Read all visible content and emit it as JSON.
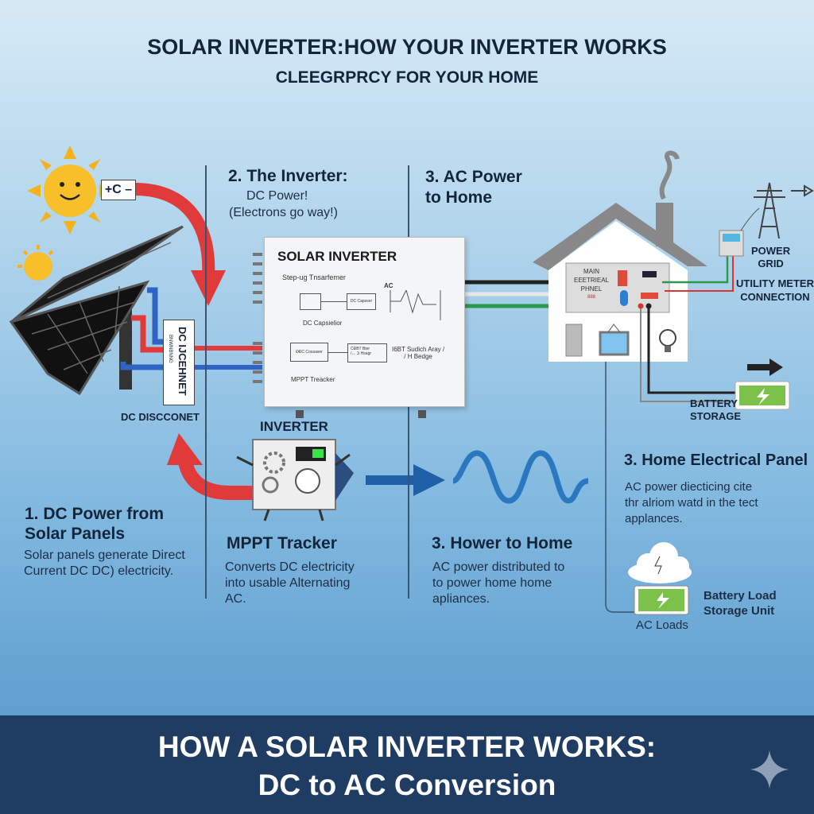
{
  "header": {
    "title": "SOLAR INVERTER:HOW YOUR INVERTER WORKS",
    "subtitle": "CLEEGRPRCY FOR YOUR HOME"
  },
  "sun": {
    "polarity_label": "+C –"
  },
  "dc_disconnect": {
    "box_label": "DC IJCEHNET",
    "small_text": "BNWNBNNG",
    "caption": "DC DISCCONET"
  },
  "step2": {
    "title": "2. The Inverter:",
    "line1": "DC Power!",
    "line2": "(Electrons go way!)"
  },
  "step3_ac": {
    "title_line1": "3. AC Power",
    "title_line2": "to Home"
  },
  "solar_inverter": {
    "title": "SOLAR INVERTER",
    "transformer": "Step-ug Tnsarfemer",
    "dc_box": "DC Capsser",
    "capacitor": "DC Capsielior",
    "ac": "AC",
    "converter_box": "ĐĐC Cousaser",
    "igbt_box_line1": "ĊĐBT Bter",
    "igbt_box_line2": "/↔ Ↄ Hsagr",
    "igbt_label_line1": "I6BT Sudich Aray /",
    "igbt_label_line2": "/ H Bedge",
    "mppt": "MPPT Treacker"
  },
  "house": {
    "panel_line1": "MAIN",
    "panel_line2": "EEETRIEAL",
    "panel_line3": "PHNEL",
    "panel_code": "888"
  },
  "grid": {
    "power_grid_line1": "POWER",
    "power_grid_line2": "GRID",
    "meter_line1": "UTILITY METER",
    "meter_line2": "CONNECTION"
  },
  "battery": {
    "label_line1": "BATTERY",
    "label_line2": "STORAGE"
  },
  "inverter_mascot": {
    "label": "INVERTER"
  },
  "step1": {
    "title_line1": "1. DC Power from",
    "title_line2": "Solar Panels",
    "desc_line1": "Solar panels generate Direct",
    "desc_line2": "Current DC DC) electricity."
  },
  "mppt": {
    "title": "MPPT Tracker",
    "desc_line1": "Converts DC electricity",
    "desc_line2": "into usable Alternating",
    "desc_line3": "AC."
  },
  "step3_home": {
    "title": "3. Hower to Home",
    "desc_line1": "AC power distributed to",
    "desc_line2": "to power home home",
    "desc_line3": "apliances."
  },
  "step3_panel": {
    "title": "3. Home Electrical Panel",
    "desc_line1": "AC power diecticing cite",
    "desc_line2": "thr alriom watd in the tect",
    "desc_line3": "applances."
  },
  "loads": {
    "ac_loads": "AC Loads",
    "battery_line1": "Battery Load",
    "battery_line2": "Storage Unit"
  },
  "footer": {
    "line1": "HOW A SOLAR INVERTER WORKS:",
    "line2": "DC to AC Conversion"
  },
  "colors": {
    "banner": "#1f3d63",
    "dc_positive": "#e03a3a",
    "dc_negative": "#2f63c4",
    "ac_wave": "#1f6fb5",
    "battery": "#7cc24a"
  }
}
